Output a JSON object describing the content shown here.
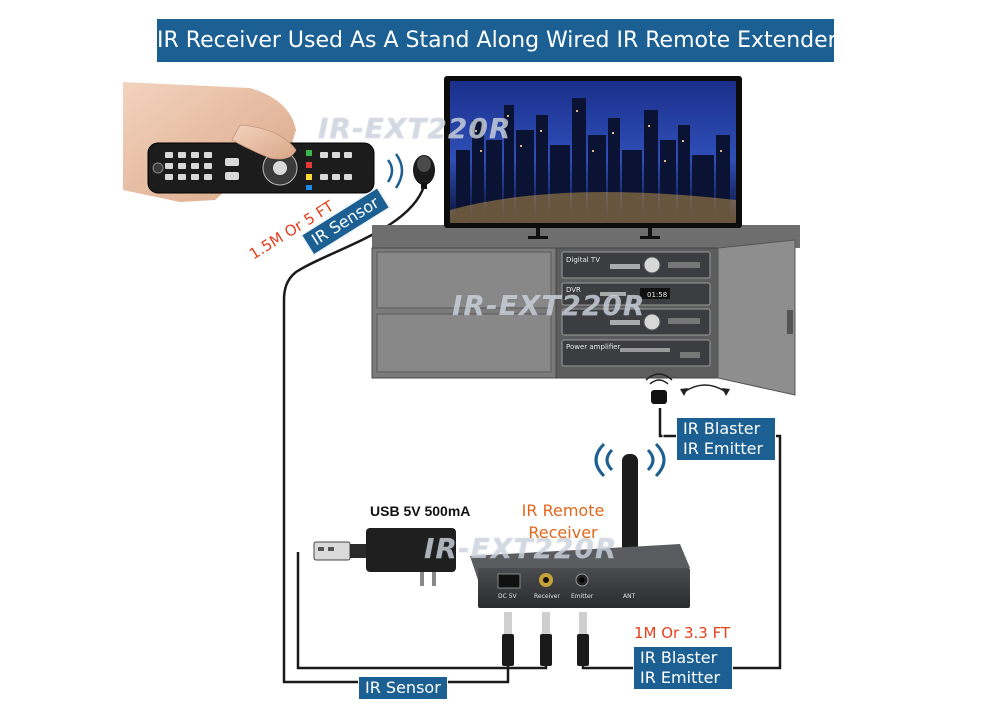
{
  "title": "IR Receiver Used As A Stand Along Wired IR Remote Extender",
  "watermark": "IR-EXT220R",
  "labels": {
    "cable_length_sensor": "1.5M Or 5 FT",
    "ir_sensor_top": "IR Sensor",
    "ir_sensor_bottom": "IR Sensor",
    "blaster_right_1": "IR Blaster",
    "blaster_right_2": "IR Emitter",
    "blaster_bottom_1": "IR Blaster",
    "blaster_bottom_2": "IR Emitter",
    "cable_length_emitter": "1M Or 3.3 FT",
    "usb_power": "USB 5V 500mA",
    "receiver_1": "IR Remote",
    "receiver_2": "Receiver"
  },
  "devices": {
    "digital_tv": "Digital TV",
    "dvr": "DVR",
    "power_amp": "Power amplifier",
    "dvr_display": "01:58"
  },
  "ports": {
    "dc": "DC  5V",
    "receiver": "Receiver",
    "emitter": "Emitter",
    "ant": "ANT"
  },
  "colors": {
    "accent": "#1b5f93",
    "orange": "#e0671c",
    "red": "#e6401c"
  }
}
